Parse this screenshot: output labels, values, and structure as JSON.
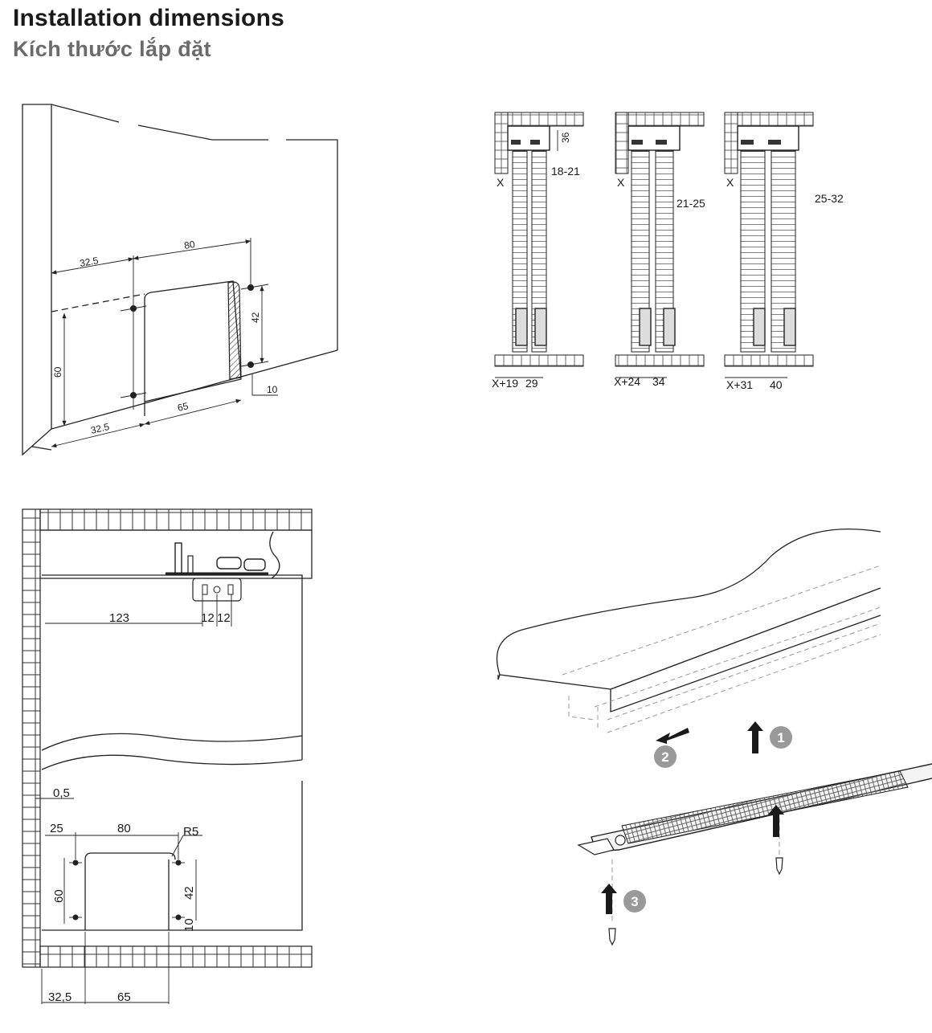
{
  "header": {
    "title": "Installation dimensions",
    "subtitle": "Kích thước lắp đặt"
  },
  "diagram1": {
    "dims": [
      "32.5",
      "80",
      "42",
      "60",
      "10",
      "32.5",
      "65"
    ]
  },
  "diagram2": {
    "x_label": "X",
    "panels": [
      {
        "depth": "36",
        "thickness": "18-21",
        "offset": "X+19",
        "gap": "29"
      },
      {
        "thickness": "21-25",
        "offset": "X+24",
        "gap": "34"
      },
      {
        "thickness": "25-32",
        "offset": "X+31",
        "gap": "40"
      }
    ]
  },
  "diagram3": {
    "dims": [
      "123",
      "12",
      "12",
      "0,5",
      "25",
      "80",
      "R5",
      "60",
      "42",
      "10",
      "32,5",
      "65"
    ]
  },
  "diagram4": {
    "steps": [
      "1",
      "2",
      "3"
    ],
    "colors": {
      "badge": "#999999",
      "arrow": "#1a1a1a"
    }
  }
}
